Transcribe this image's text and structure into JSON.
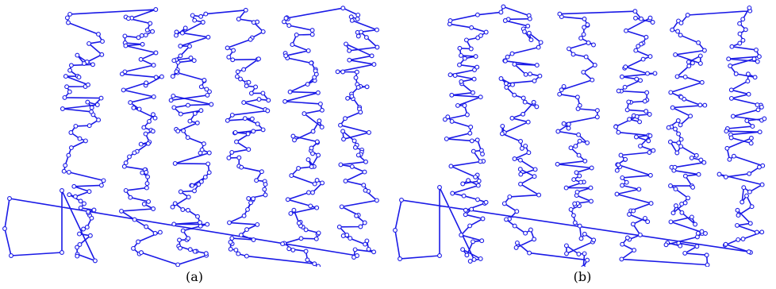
{
  "figure": {
    "panels": [
      {
        "id": "a",
        "label": "(a)"
      },
      {
        "id": "b",
        "label": "(b)"
      }
    ],
    "colors": {
      "edge": "#1a1ae6",
      "node_fill": "#ffffff"
    }
  }
}
